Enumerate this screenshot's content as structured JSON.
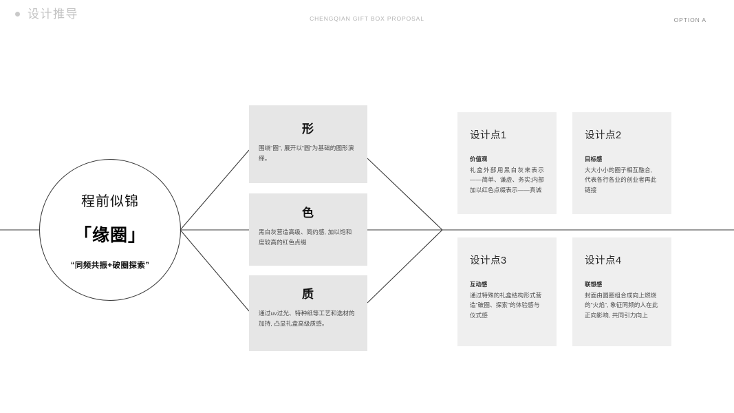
{
  "header": {
    "bullet_icon": "bullet-dot-icon",
    "left_label": "设计推导",
    "center_label": "CHENGQIAN GIFT BOX PROPOSAL",
    "right_label": "OPTION A"
  },
  "circle": {
    "title": "程前似锦",
    "main": "「缘圈」",
    "sub": "“同频共振+破圈探索”"
  },
  "middle_cards": [
    {
      "heading": "形",
      "body": "围绕“圈”, 展开以“圆”为基础的图形演绎。"
    },
    {
      "heading": "色",
      "body": "黑白灰营造高级、简约感, 加以饱和度较高的红色点缀"
    },
    {
      "heading": "质",
      "body": "通过uv过光、特种纸等工艺和选材的加持, 凸显礼盒高级质感。"
    }
  ],
  "design_points": [
    {
      "title": "设计点1",
      "subtitle": "价值观",
      "body": "礼盒外部用黑白灰来表示——简单、谦虚、务实;内部加以红色点缀表示——真诚"
    },
    {
      "title": "设计点2",
      "subtitle": "目标感",
      "body": "大大小小的圈子相互融合, 代表各行各业的创业者再此链接"
    },
    {
      "title": "设计点3",
      "subtitle": "互动感",
      "body": "通过特殊的礼盒结构形式营造“破圈、探索”的体验感与仪式感"
    },
    {
      "title": "设计点4",
      "subtitle": "联想感",
      "body": "封面由圆圈组合成向上燃烧的“火焰”, 象征同频的人在此正向影响, 共同引力向上"
    }
  ],
  "colors": {
    "page_background": "#ffffff",
    "middle_card_bg": "#e6e6e6",
    "design_card_bg": "#efefef",
    "line_stroke": "#3a3a3a",
    "header_muted": "#b3b3b3"
  }
}
